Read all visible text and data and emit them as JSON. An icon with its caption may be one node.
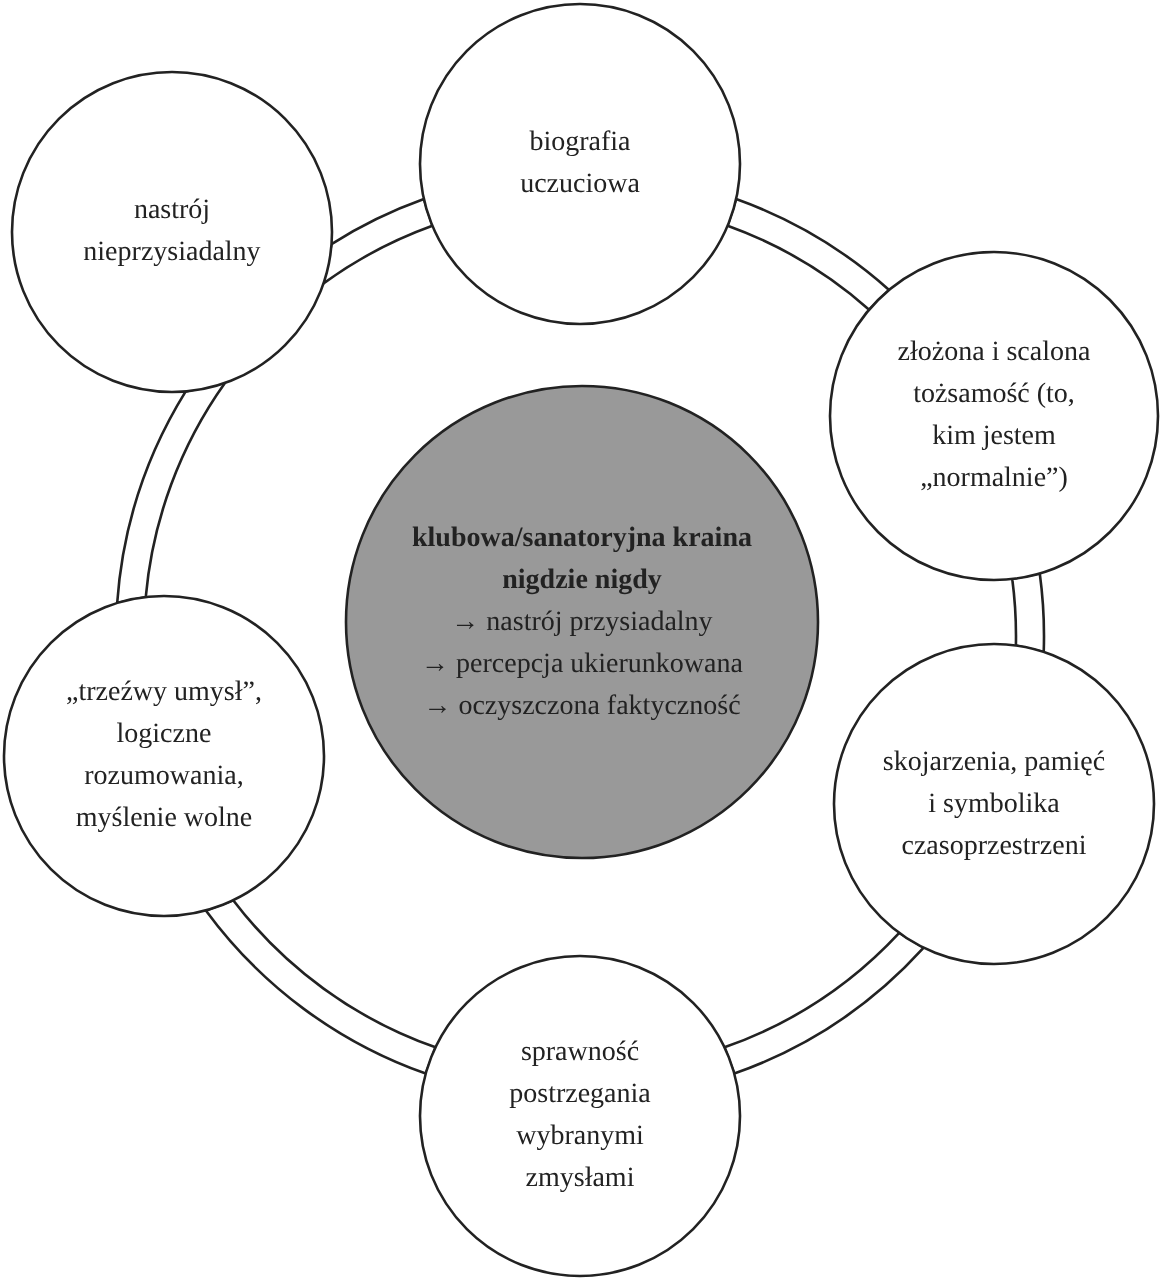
{
  "diagram": {
    "nodes": [
      {
        "text": [
          "biografia uczuciowa"
        ]
      },
      {
        "text": [
          "nastrój nieprzysiadalny"
        ]
      },
      {
        "text": [
          "złożona i scalona tożsamość (to, kim jestem „normalnie”)"
        ]
      },
      {
        "text": [
          "klubowa/sanatoryjna kraina nigdzie nigdy",
          "→ nastrój przysiadalny",
          "→ percepcja ukierunkowana",
          "→ oczyszczona faktyczność"
        ]
      },
      {
        "text": [
          "„trzeźwy umysł”, logiczne rozumowania, myślenie wolne"
        ]
      },
      {
        "text": [
          "skojarzenia, pamięć i symbolika czasoprzestrzeni"
        ]
      },
      {
        "text": [
          "sprawność postrzegania wybranymi zmysłami"
        ]
      }
    ],
    "edges": [
      {
        "from": 0,
        "to": 2,
        "arrow": "none"
      },
      {
        "from": 2,
        "to": 5,
        "arrow": "none"
      },
      {
        "from": 5,
        "to": 6,
        "arrow": "none"
      },
      {
        "from": 6,
        "to": 4,
        "arrow": "none"
      },
      {
        "from": 4,
        "to": 1,
        "arrow": "none"
      },
      {
        "from": 1,
        "to": 0,
        "arrow": "none"
      }
    ]
  }
}
